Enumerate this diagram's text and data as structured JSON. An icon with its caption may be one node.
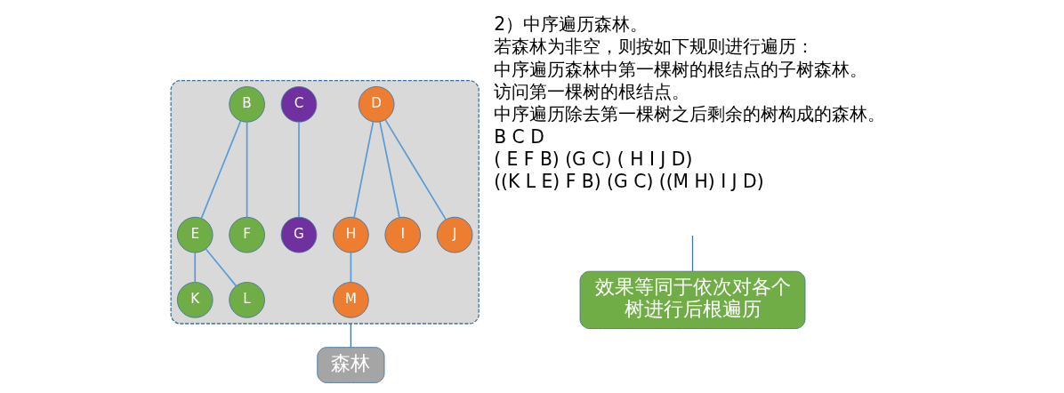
{
  "diagram": {
    "nodes": [
      {
        "text": [],
        "shape": "box"
      },
      {
        "text": [
          "B"
        ],
        "in": 0
      },
      {
        "text": [
          "C"
        ],
        "in": 0
      },
      {
        "text": [
          "D"
        ],
        "in": 0
      },
      {
        "text": [
          "E"
        ],
        "in": 0
      },
      {
        "text": [
          "F"
        ],
        "in": 0
      },
      {
        "text": [
          "G"
        ],
        "in": 0
      },
      {
        "text": [
          "H"
        ],
        "in": 0
      },
      {
        "text": [
          "I"
        ],
        "in": 0
      },
      {
        "text": [
          "J"
        ],
        "in": 0
      },
      {
        "text": [
          "K"
        ],
        "in": 0
      },
      {
        "text": [
          "L"
        ],
        "in": 0
      },
      {
        "text": [
          "M"
        ],
        "in": 0
      },
      {
        "text": [
          "森林"
        ]
      },
      {
        "text": [
          "效果等同于依次对各个树进行后根遍历"
        ]
      }
    ],
    "edges": [
      {
        "from": 1,
        "to": 4,
        "arrow": "none"
      },
      {
        "from": 1,
        "to": 5,
        "arrow": "none"
      },
      {
        "from": 2,
        "to": 6,
        "arrow": "none"
      },
      {
        "from": 3,
        "to": 7,
        "arrow": "none"
      },
      {
        "from": 3,
        "to": 8,
        "arrow": "none"
      },
      {
        "from": 3,
        "to": 9,
        "arrow": "none"
      },
      {
        "from": 4,
        "to": 10,
        "arrow": "none"
      },
      {
        "from": 4,
        "to": 11,
        "arrow": "none"
      },
      {
        "from": 7,
        "to": 12,
        "arrow": "none"
      },
      {
        "from": 13,
        "to": 0,
        "arrow": "none"
      },
      {
        "from": 14,
        "to": null,
        "arrow": "none"
      }
    ],
    "labels": [
      "2）中序遍历森林。",
      "若森林为非空，则按如下规则进行遍历：",
      "中序遍历森林中第一棵树的根结点的子树森林。",
      "访问第一棵树的根结点。",
      "中序遍历除去第一棵树之后剩余的树构成的森林。",
      "B C D",
      "( E F B) (G C) ( H I J D)",
      "((K L E) F B) (G C) ((M H) I J D)"
    ]
  }
}
